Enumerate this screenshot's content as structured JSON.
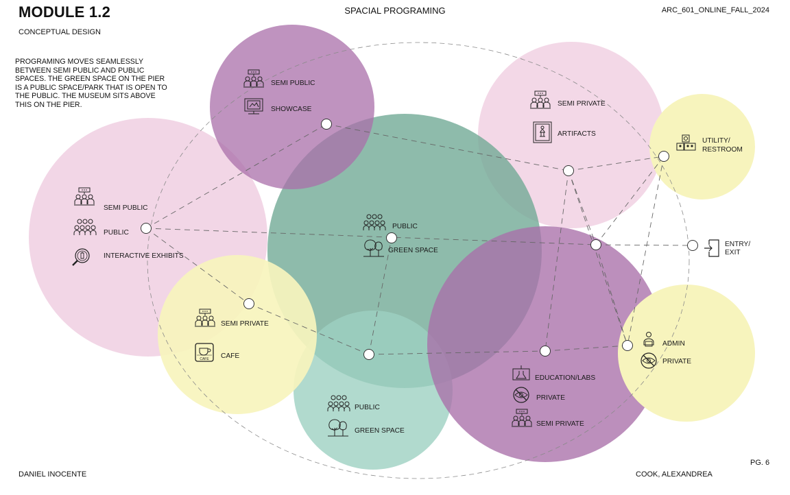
{
  "header": {
    "title": "MODULE 1.2",
    "subtitle": "CONCEPTUAL DESIGN",
    "center_title": "SPACIAL PROGRAMING",
    "course": "ARC_601_ONLINE_FALL_2024"
  },
  "description": "PROGRAMING MOVES SEAMLESSLY BETWEEN SEMI PUBLIC AND PUBLIC SPACES. THE GREEN SPACE ON THE PIER IS A PUBLIC SPACE/PARK THAT IS OPEN TO THE PUBLIC. THE MUSEUM SITS ABOVE THIS ON THE PIER.",
  "footer": {
    "left_name": "DANIEL INOCENTE",
    "right_name": "COOK, ALEXANDREA",
    "page": "PG. 6"
  },
  "colors": {
    "pink": "#f2d6e6",
    "purple": "#b07eb2",
    "green": "#6ea894",
    "light_green": "#a9d9cb",
    "yellow": "#f7f4bd",
    "line": "#6a6a6a",
    "text": "#1a1a1a"
  },
  "labels": {
    "semi_public_1": "SEMI PUBLIC",
    "showcase": "SHOWCASE",
    "semi_private_1": "SEMI PRIVATE",
    "artifacts": "ARTIFACTS",
    "utility_1": "UTILITY/",
    "utility_2": "RESTROOM",
    "semi_public_2": "SEMI PUBLIC",
    "public_1": "PUBLIC",
    "interactive": "INTERACTIVE EXHIBITS",
    "public_center": "PUBLIC",
    "green_center": "GREEN SPACE",
    "entry_1": "ENTRY/",
    "entry_2": "EXIT",
    "semi_private_2": "SEMI PRIVATE",
    "cafe": "CAFE",
    "cafe_sign": "CAFE",
    "admin": "ADMIN",
    "private_1": "PRIVATE",
    "education": "EDUCATION/LABS",
    "private_2": "PRIVATE",
    "semi_private_3": "SEMI PRIVATE",
    "public_bottom": "PUBLIC",
    "green_bottom": "GREEN SPACE"
  },
  "icons": {
    "audience": "audience-icon",
    "crowd": "crowd-icon",
    "trees": "trees-icon",
    "showcase": "showcase-icon",
    "artifacts": "museum-frame-icon",
    "utility": "restroom-icon",
    "magnifier": "magnifier-icon",
    "cafe": "coffee-cup-icon",
    "entry": "exit-door-icon",
    "admin": "admin-icon",
    "private": "no-view-icon",
    "education": "lab-icon"
  }
}
